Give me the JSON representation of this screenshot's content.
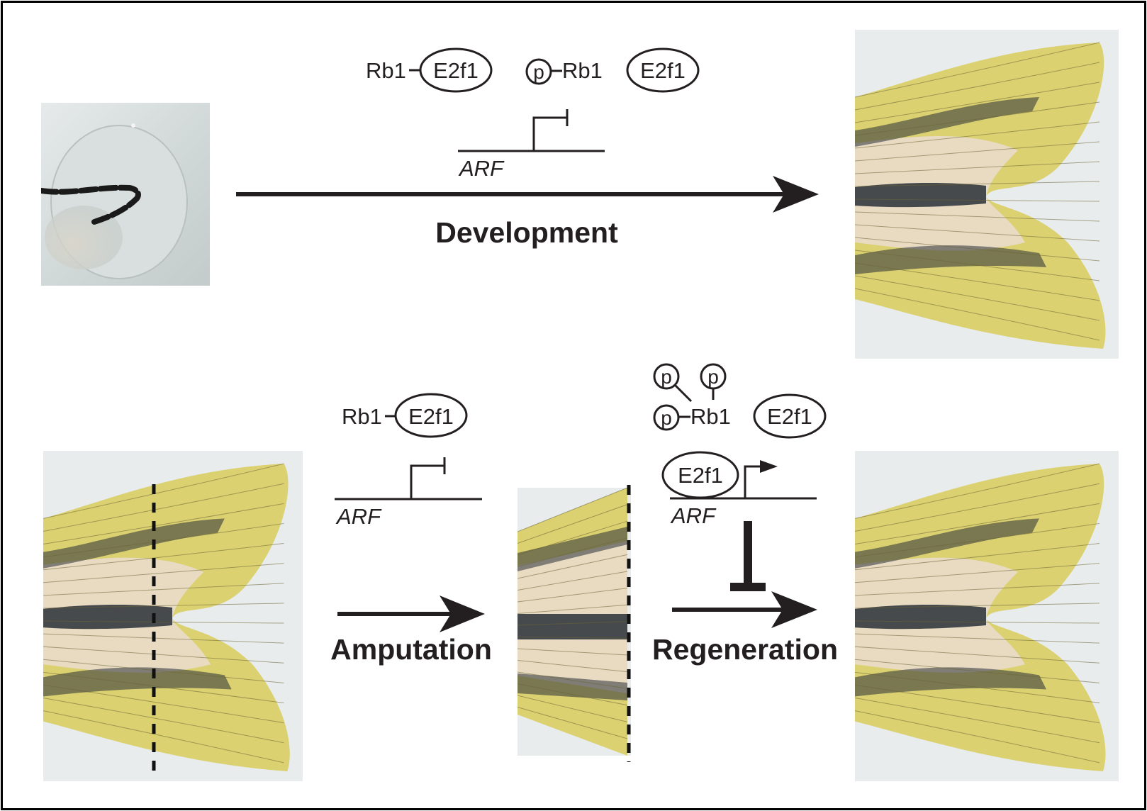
{
  "figure": {
    "top_row": {
      "inactive_complex": {
        "rb": "Rb1",
        "e2f": "E2f1"
      },
      "phospho_complex": {
        "p": "p",
        "rb": "Rb1",
        "e2f": "E2f1"
      },
      "gene": "ARF",
      "promoter_state": "repressed",
      "process_label": "Development"
    },
    "bottom_row": {
      "left_complex": {
        "rb": "Rb1",
        "e2f": "E2f1"
      },
      "left_gene": "ARF",
      "left_promoter_state": "repressed",
      "amputation_label": "Amputation",
      "hyperphospho_complex": {
        "p": "p",
        "rb": "Rb1",
        "e2f": "E2f1",
        "phospho_count": 3
      },
      "bound_e2f": "E2f1",
      "right_gene": "ARF",
      "right_promoter_state": "active",
      "inhibition": "ARF inhibits regeneration",
      "regeneration_label": "Regeneration"
    },
    "images": {
      "embryo": "zebrafish embryo tail bud with pigment",
      "adult_fin_top": "adult zebrafish caudal fin",
      "fin_before_amputation": "caudal fin with amputation plane (dotted line)",
      "fin_stump": "amputated fin stump",
      "fin_regenerated": "regenerated caudal fin"
    },
    "colors": {
      "ink": "#231f20",
      "fin_yellow": "#d8cc5a",
      "fin_dark_stripe": "#2a3038",
      "photo_bg": "#e8ecec"
    }
  }
}
